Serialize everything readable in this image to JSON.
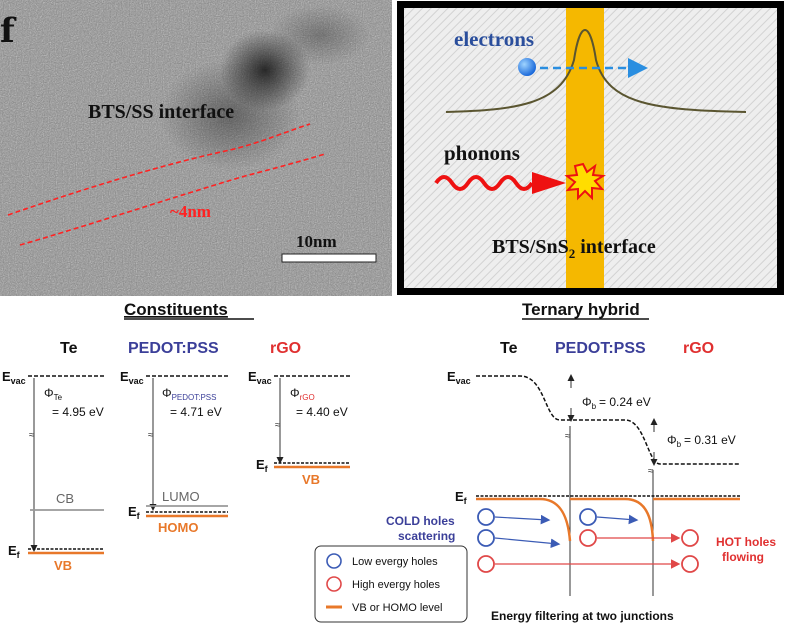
{
  "tem": {
    "panel_letter": "f",
    "interface_label": "BTS/SS interface",
    "thickness_label": "~4nm",
    "scale_bar_label": "10nm"
  },
  "schematic": {
    "electrons_label": "electrons",
    "phonons_label": "phonons",
    "interface_label_main": "BTS/SnS",
    "interface_label_sub": "2",
    "interface_label_tail": " interface"
  },
  "constituents": {
    "heading": "Constituents",
    "te": {
      "title": "Te",
      "evac": "E",
      "evac_sub": "vac",
      "phi": "Φ",
      "phi_sub": "Te",
      "work_function": "= 4.95 eV",
      "cb_label": "CB",
      "ef": "E",
      "ef_sub": "f",
      "vb_label": "VB"
    },
    "pedot": {
      "title": "PEDOT:PSS",
      "evac": "E",
      "evac_sub": "vac",
      "phi": "Φ",
      "phi_sub": "PEDOT:PSS",
      "work_function": "= 4.71 eV",
      "lumo_label": "LUMO",
      "ef": "E",
      "ef_sub": "f",
      "homo_label": "HOMO"
    },
    "rgo": {
      "title": "rGO",
      "evac": "E",
      "evac_sub": "vac",
      "phi": "Φ",
      "phi_sub": "rGO",
      "work_function": "= 4.40 eV",
      "ef": "E",
      "ef_sub": "f",
      "vb_label": "VB"
    }
  },
  "ternary": {
    "heading": "Ternary hybrid",
    "te_title": "Te",
    "pedot_title": "PEDOT:PSS",
    "rgo_title": "rGO",
    "evac": "E",
    "evac_sub": "vac",
    "ef": "E",
    "ef_sub": "f",
    "phi_b1_sym": "Φ",
    "phi_b1_sub": "b",
    "phi_b1_val": "= 0.24 eV",
    "phi_b2_sym": "Φ",
    "phi_b2_sub": "b",
    "phi_b2_val": "= 0.31 eV",
    "cold_holes_line1": "COLD holes",
    "cold_holes_line2": "scattering",
    "hot_holes_line1": "HOT holes",
    "hot_holes_line2": "flowing",
    "caption": "Energy filtering at two junctions"
  },
  "legend": {
    "low_energy": "Low evergy holes",
    "high_energy": "High evergy holes",
    "level": "VB or HOMO level"
  },
  "colors": {
    "blue_title": "#3b3f99",
    "red_title": "#e03030",
    "orange_level": "#e8782a",
    "hole_blue": "#3b5bb5",
    "hole_red": "#e04848",
    "interface_yellow": "#f5b800",
    "phonon_red": "#ee1111"
  }
}
